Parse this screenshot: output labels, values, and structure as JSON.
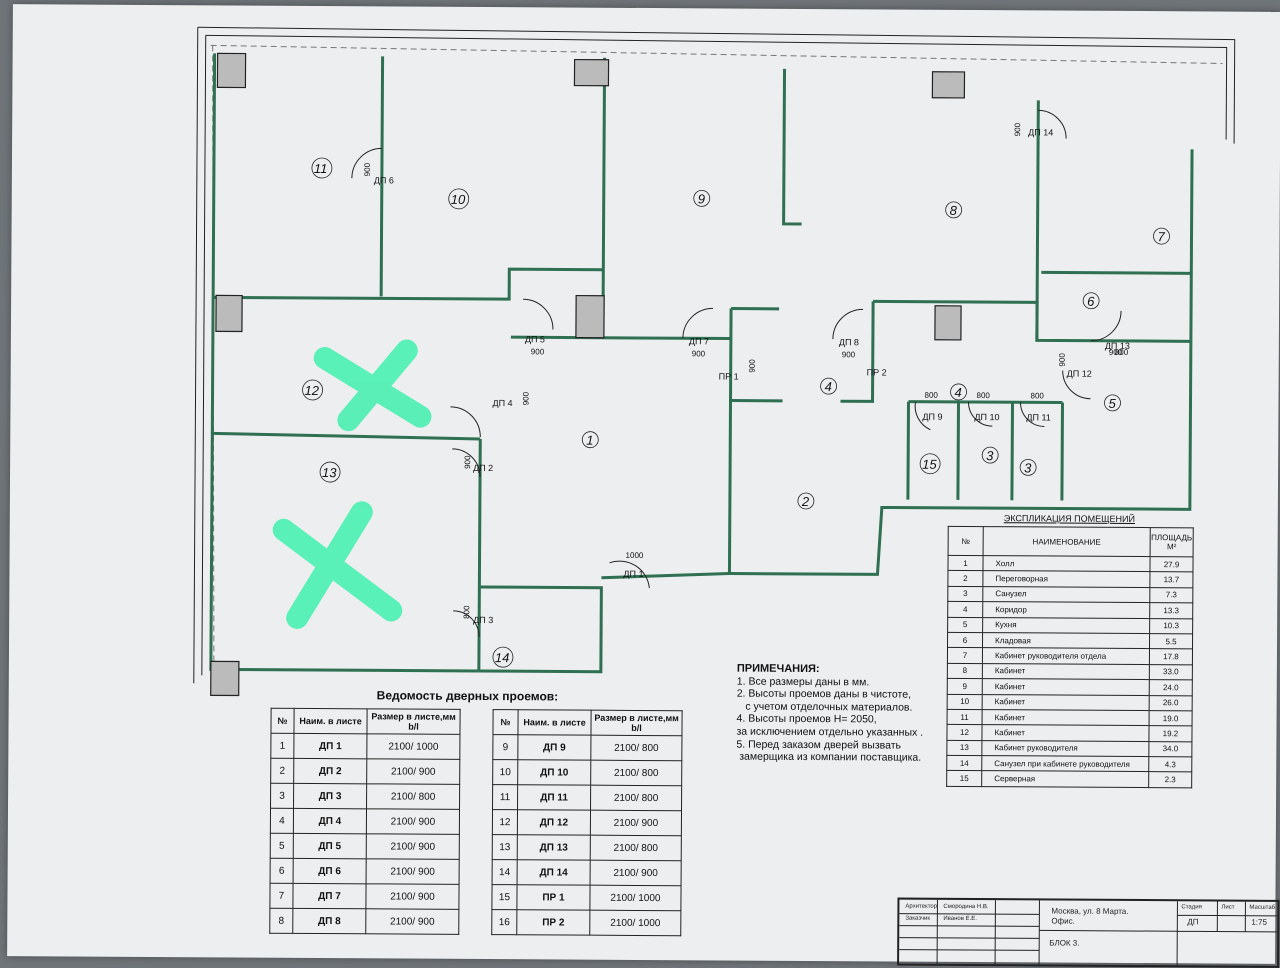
{
  "rooms": [
    "1",
    "2",
    "3",
    "3",
    "4",
    "4",
    "5",
    "6",
    "7",
    "8",
    "9",
    "10",
    "11",
    "12",
    "13",
    "14",
    "15"
  ],
  "door_labels": [
    "ДП 1",
    "ДП 2",
    "ДП 3",
    "ДП 4",
    "ДП 5",
    "ДП 6",
    "ДП 7",
    "ДП 8",
    "ДП 9",
    "ДП 10",
    "ДП 11",
    "ДП 12",
    "ДП 13",
    "ДП 14",
    "ПР 1",
    "ПР 2"
  ],
  "dims": [
    "900",
    "900",
    "900",
    "900",
    "900",
    "900",
    "900",
    "900",
    "900",
    "900",
    "1000",
    "800",
    "800",
    "800",
    "800",
    "800"
  ],
  "doors_table": {
    "title": "Ведомость дверных проемов:",
    "headers": [
      "№",
      "Наим. в листе",
      "Размер в листе,мм b/l"
    ],
    "rows": [
      [
        "1",
        "ДП 1",
        "2100/ 1000"
      ],
      [
        "2",
        "ДП 2",
        "2100/ 900"
      ],
      [
        "3",
        "ДП 3",
        "2100/ 800"
      ],
      [
        "4",
        "ДП 4",
        "2100/ 900"
      ],
      [
        "5",
        "ДП 5",
        "2100/ 900"
      ],
      [
        "6",
        "ДП 6",
        "2100/ 900"
      ],
      [
        "7",
        "ДП 7",
        "2100/ 900"
      ],
      [
        "8",
        "ДП 8",
        "2100/ 900"
      ],
      [
        "9",
        "ДП 9",
        "2100/ 800"
      ],
      [
        "10",
        "ДП 10",
        "2100/ 800"
      ],
      [
        "11",
        "ДП 11",
        "2100/ 800"
      ],
      [
        "12",
        "ДП 12",
        "2100/ 900"
      ],
      [
        "13",
        "ДП 13",
        "2100/ 800"
      ],
      [
        "14",
        "ДП 14",
        "2100/ 900"
      ],
      [
        "15",
        "ПР 1",
        "2100/ 1000"
      ],
      [
        "16",
        "ПР 2",
        "2100/ 1000"
      ]
    ]
  },
  "explication": {
    "title": "ЭКСПЛИКАЦИЯ ПОМЕЩЕНИЙ",
    "headers": [
      "№",
      "НАИМЕНОВАНИЕ",
      "ПЛОЩАДЬ М²"
    ],
    "rows": [
      [
        "1",
        "Холл",
        "27.9"
      ],
      [
        "2",
        "Переговорная",
        "13.7"
      ],
      [
        "3",
        "Санузел",
        "7.3"
      ],
      [
        "4",
        "Коридор",
        "13.3"
      ],
      [
        "5",
        "Кухня",
        "10.3"
      ],
      [
        "6",
        "Кладовая",
        "5.5"
      ],
      [
        "7",
        "Кабинет руководителя отдела",
        "17.8"
      ],
      [
        "8",
        "Кабинет",
        "33.0"
      ],
      [
        "9",
        "Кабинет",
        "24.0"
      ],
      [
        "10",
        "Кабинет",
        "26.0"
      ],
      [
        "11",
        "Кабинет",
        "19.0"
      ],
      [
        "12",
        "Кабинет",
        "19.2"
      ],
      [
        "13",
        "Кабинет руководителя",
        "34.0"
      ],
      [
        "14",
        "Санузел при кабинете руководителя",
        "4.3"
      ],
      [
        "15",
        "Серверная",
        "2.3"
      ]
    ]
  },
  "notes": {
    "title": "ПРИМЕЧАНИЯ:",
    "lines": [
      "1. Все размеры даны в мм.",
      "2. Высоты проемов даны в чистоте,",
      "   с учетом отделочных материалов.",
      "4. Высоты проемов Н= 2050,",
      "за исключением отдельно указанных .",
      "5. Перед заказом дверей вызвать",
      " замерщика из компании поставщика."
    ]
  },
  "stamp": {
    "architect_label": "Архитектор",
    "architect": "Смородина Н.В.",
    "client_label": "Заказчик",
    "client": "Иванов Е.Е.",
    "address": "Москва, ул. 8 Марта.",
    "object": "Офис.",
    "block": "БЛОК 3.",
    "stage_label": "Стадия",
    "stage": "ДП",
    "sheet_label": "Лист",
    "scale_label": "Масштаб",
    "scale": "1:75"
  },
  "colors": {
    "wall": "#2f6f52",
    "paper": "#eceef0",
    "mark": "#52f0b4",
    "line": "#222222"
  }
}
